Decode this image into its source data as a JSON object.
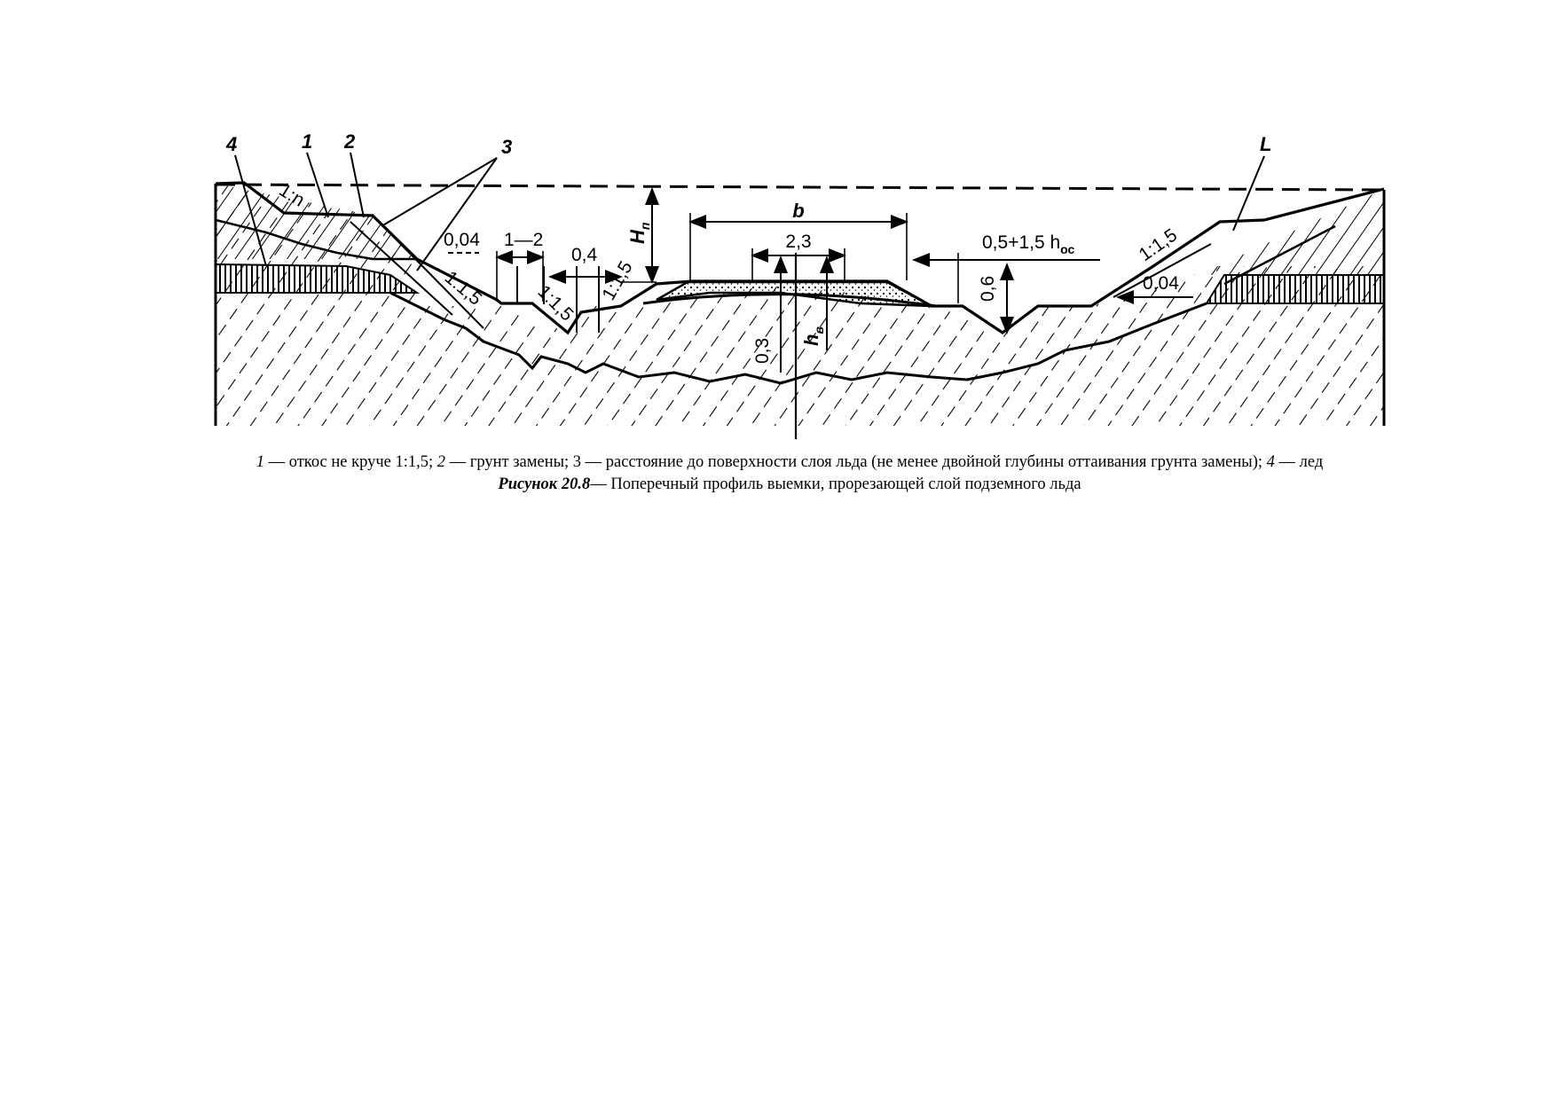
{
  "diagram": {
    "callouts": {
      "c1": "1",
      "c2": "2",
      "c3": "3",
      "c4": "4",
      "cL": "L"
    },
    "dimensions": {
      "b": "b",
      "d23": "2,3",
      "d004_left": "0,04",
      "d1_2": "1—2",
      "d04": "0,4",
      "right_formula": "0,5+1,5 h",
      "right_formula_sub": "ос",
      "d06": "0,6",
      "d004_right": "0,04",
      "d03": "0,3",
      "Hn": "H",
      "Hn_sub": "п",
      "hv": "h",
      "hv_sub": "в"
    },
    "slopes": {
      "left_top": "1:n",
      "left_main": "1:1,5",
      "left_ditch": "1:1,5",
      "left_ditch_out": "1:1,5",
      "right_top": "1:1,5"
    }
  },
  "legend": {
    "n1": "1",
    "t1": " — откос не круче 1:1,5; ",
    "n2": "2",
    "t2": " — грунт замены; 3 — расстояние до поверхности слоя льда (не менее двойной глубины оттаивания грунта замены); ",
    "n4": "4",
    "t4": " — лед"
  },
  "caption": {
    "label": "Рисунок 20.8",
    "text": "— Поперечный профиль выемки, прорезающей слой подземного льда"
  }
}
